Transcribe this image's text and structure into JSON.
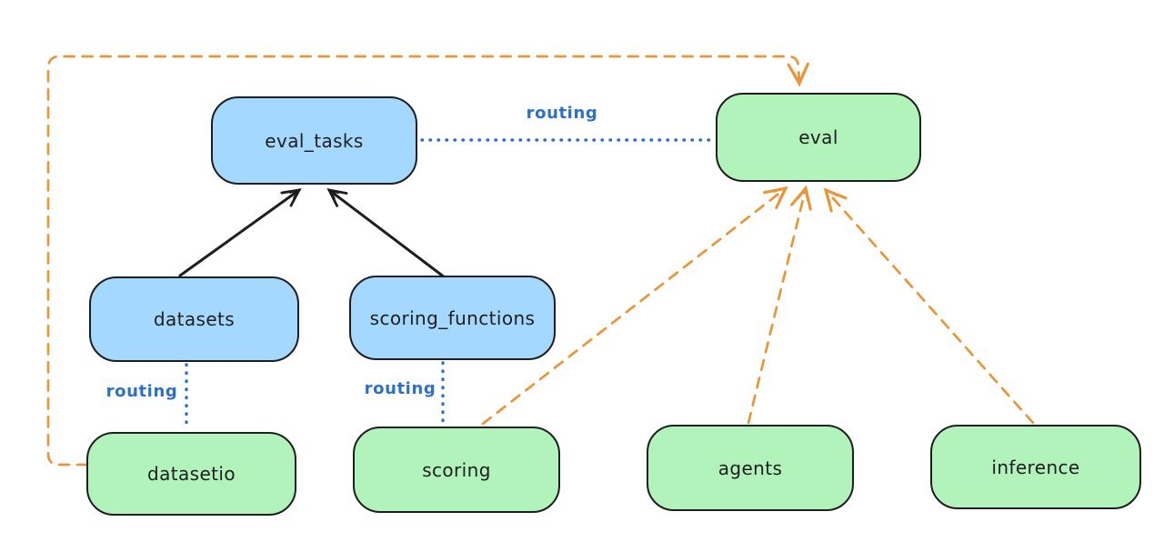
{
  "diagram": {
    "background": "#ffffff",
    "colors": {
      "node_blue_fill": "#a5d8ff",
      "node_green_fill": "#b2f2bb",
      "node_stroke": "#1e1e1e",
      "routing_blue": "#2e71c4",
      "dashed_orange": "#e8963a",
      "solid_arrow_black": "#1e1e1e"
    },
    "nodes": {
      "eval_tasks": {
        "label": "eval_tasks",
        "color": "blue"
      },
      "eval": {
        "label": "eval",
        "color": "green"
      },
      "datasets": {
        "label": "datasets",
        "color": "blue"
      },
      "scoring_functions": {
        "label": "scoring_functions",
        "color": "blue"
      },
      "datasetio": {
        "label": "datasetio",
        "color": "green"
      },
      "scoring": {
        "label": "scoring",
        "color": "green"
      },
      "agents": {
        "label": "agents",
        "color": "green"
      },
      "inference": {
        "label": "inference",
        "color": "green"
      }
    },
    "edge_labels": {
      "top_routing": "routing",
      "datasets_routing": "routing",
      "scoring_routing": "routing"
    },
    "edges": [
      {
        "from": "datasets",
        "to": "eval_tasks",
        "style": "solid-black-arrow"
      },
      {
        "from": "scoring_functions",
        "to": "eval_tasks",
        "style": "solid-black-arrow"
      },
      {
        "from": "eval_tasks",
        "to": "eval",
        "style": "dotted-blue",
        "label": "routing"
      },
      {
        "from": "datasets",
        "to": "datasetio",
        "style": "dotted-blue",
        "label": "routing"
      },
      {
        "from": "scoring_functions",
        "to": "scoring",
        "style": "dotted-blue",
        "label": "routing"
      },
      {
        "from": "datasetio",
        "to": "eval",
        "style": "dashed-orange-arrow",
        "route": "around-left-and-top"
      },
      {
        "from": "scoring",
        "to": "eval",
        "style": "dashed-orange-arrow"
      },
      {
        "from": "agents",
        "to": "eval",
        "style": "dashed-orange-arrow"
      },
      {
        "from": "inference",
        "to": "eval",
        "style": "dashed-orange-arrow"
      }
    ]
  }
}
